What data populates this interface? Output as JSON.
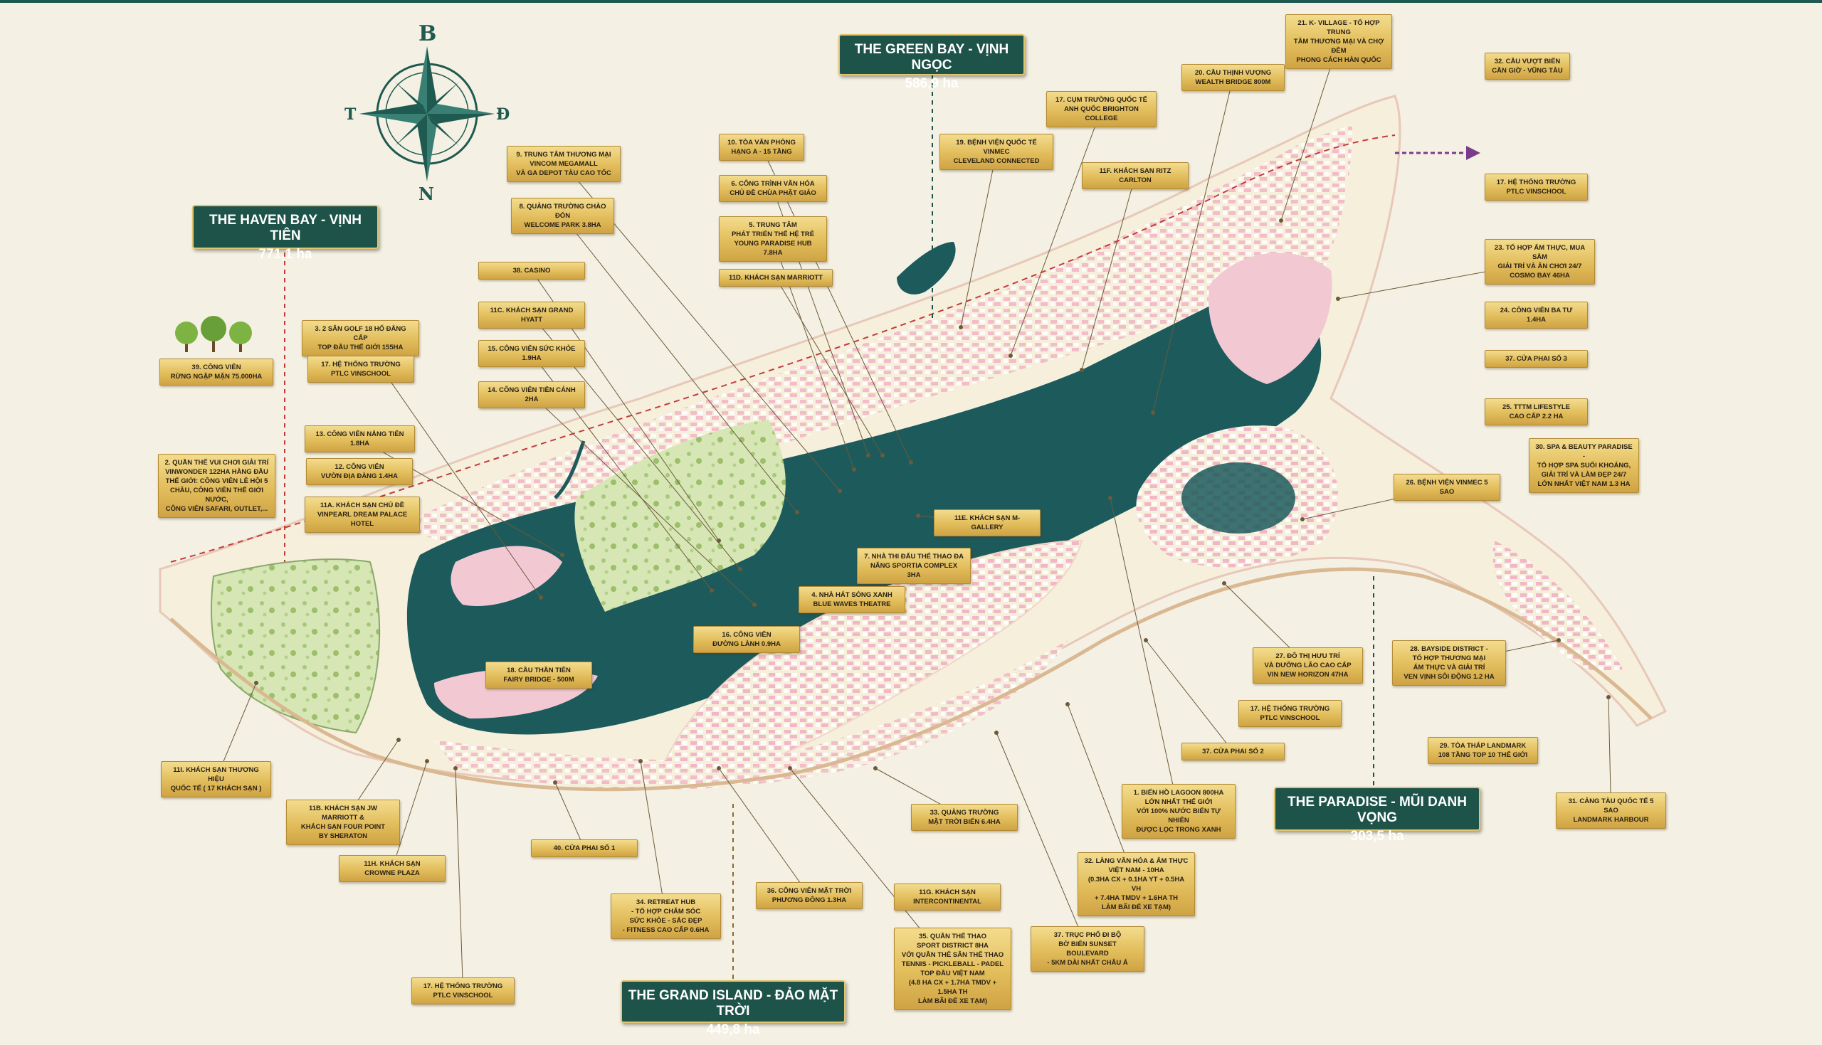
{
  "colors": {
    "water": "#1c5a5c",
    "land_cream": "#f5efdc",
    "pink": "#f2b7c4",
    "green": "#c9dfa4",
    "accent_green": "#1d5349",
    "gold": "#e2bd5b",
    "route": "#c43b3b"
  },
  "compass": {
    "north": "B",
    "south": "N",
    "west": "T",
    "east": "Đ"
  },
  "zones": [
    {
      "name": "THE HAVEN BAY - VỊNH TIÊN",
      "area": "771,1 ha"
    },
    {
      "name": "THE GREEN BAY - VỊNH NGỌC",
      "area": "586,9 ha"
    },
    {
      "name": "THE PARADISE - MŨI DANH VỌNG",
      "area": "303,5 ha"
    },
    {
      "name": "THE GRAND ISLAND - ĐẢO MẶT TRỜI",
      "area": "449,8 ha"
    }
  ],
  "labels": [
    "9. TRUNG TÂM THƯƠNG MẠI\nVINCOM MEGAMALL\nVÀ GA DEPOT TÀU CAO TỐC",
    "8. QUẢNG TRƯỜNG CHÀO ĐÓN\nWELCOME PARK 3.8HA",
    "10. TÒA VĂN PHÒNG\nHẠNG A - 15 TẦNG",
    "6. CÔNG TRÌNH VĂN HÓA\nCHỦ ĐỀ CHÙA PHẬT GIÁO",
    "5. TRUNG TÂM\nPHÁT TRIỂN THẾ HỆ TRẺ\nYOUNG PARADISE HUB 7.8HA",
    "11D. KHÁCH SẠN MARRIOTT",
    "38. CASINO",
    "11C. KHÁCH SẠN GRAND HYATT",
    "15. CÔNG VIÊN SỨC KHỎE 1.9HA",
    "14. CÔNG VIÊN TIỀN CẢNH 2HA",
    "3. 2 SÂN GOLF 18 HỐ ĐẲNG CẤP\nTOP ĐẦU THẾ GIỚI 155HA",
    "17. HỆ THỐNG TRƯỜNG\nPTLC VINSCHOOL",
    "39. CÔNG VIÊN\nRỪNG NGẬP MẶN 75.000HA",
    "13. CÔNG VIÊN NẮNG TIÊN 1.8HA",
    "12. CÔNG VIÊN\nVƯỜN ĐỊA ĐÀNG 1.4HA",
    "2. QUẦN THỂ VUI CHƠI GIẢI TRÍ\nVINWONDER 122HA HÀNG ĐẦU\nTHẾ GIỚI: CÔNG VIÊN LỄ HỘI 5\nCHÂU, CÔNG VIÊN THẾ GIỚI NƯỚC,\nCÔNG VIÊN SAFARI, OUTLET,...",
    "11A. KHÁCH SẠN CHỦ ĐỀ\nVINPEARL DREAM PALACE HOTEL",
    "19. BỆNH VIỆN QUỐC TẾ VINMEC\nCLEVELAND CONNECTED",
    "17. CỤM TRƯỜNG QUỐC TẾ\nANH QUỐC BRIGHTON COLLEGE",
    "20. CẦU THỊNH VƯỢNG\nWEALTH BRIDGE 800M",
    "11F. KHÁCH SẠN RITZ CARLTON",
    "21. K- VILLAGE - TỔ HỢP TRUNG\nTÂM THƯƠNG MẠI VÀ CHỢ ĐÊM\nPHONG CÁCH HÀN QUỐC",
    "32. CẦU VƯỢT BIỂN\nCẦN GIỜ - VŨNG TÀU",
    "17. HỆ THỐNG TRƯỜNG\nPTLC VINSCHOOL",
    "23. TỔ HỢP ẨM THỰC, MUA SẮM\nGIẢI TRÍ VÀ ĂN CHƠI 24/7\nCOSMO BAY 46HA",
    "24. CÔNG VIÊN BA TƯ 1.4HA",
    "37. CỬA PHAI SỐ 3",
    "25. TTTM LIFESTYLE\nCAO CẤP 2.2 HA",
    "30. SPA & BEAUTY PARADISE -\nTỔ HỢP SPA SUỐI KHOÁNG,\nGIẢI TRÍ VÀ LÀM ĐẸP 24/7\nLỚN NHẤT VIỆT NAM 1.3 HA",
    "26. BỆNH VIỆN VINMEC 5 SAO",
    "11E. KHÁCH SẠN M-GALLERY",
    "7. NHÀ THI ĐẤU THỂ THAO ĐA\nNĂNG SPORTIA COMPLEX 3HA",
    "4. NHÀ HÁT SÓNG XANH\nBLUE WAVES THEATRE",
    "16. CÔNG VIÊN\nĐƯỜNG LÀNH 0.9HA",
    "18. CẦU THẦN TIÊN\nFAIRY BRIDGE - 500M",
    "27. ĐÔ THỊ HƯU TRÍ\nVÀ DƯỠNG LÃO CAO CẤP\nVIN NEW HORIZON 47HA",
    "17. HỆ THỐNG TRƯỜNG\nPTLC VINSCHOOL",
    "37. CỬA PHAI SỐ 2",
    "28. BAYSIDE DISTRICT -\nTỔ HỢP THƯƠNG MẠI\nẨM THỰC VÀ GIẢI TRÍ\nVEN VỊNH SÔI ĐỘNG 1.2 HA",
    "29. TÒA THÁP LANDMARK\n108 TẦNG TOP 10 THẾ GIỚI",
    "31. CẢNG TÀU QUỐC TẾ 5 SAO\nLANDMARK HARBOUR",
    "1. BIỂN HỒ LAGOON 800HA\nLỚN NHẤT THẾ GIỚI\nVỚI 100% NƯỚC BIỂN TỰ NHIÊN\nĐƯỢC LỌC TRONG XANH",
    "11I. KHÁCH SẠN THƯƠNG HIỆU\nQUỐC TẾ ( 17 KHÁCH SẠN )",
    "11B. KHÁCH SẠN JW MARRIOTT &\nKHÁCH SẠN FOUR POINT\nBY SHERATON",
    "11H. KHÁCH SẠN\nCROWNE PLAZA",
    "40. CỬA PHAI SỐ 1",
    "33. QUẢNG TRƯỜNG\nMẶT TRỜI BIỂN 6.4HA",
    "32. LÀNG VĂN HÓA & ẨM THỰC\nVIỆT NAM - 10HA\n(0.3HA CX + 0.1HA YT + 0.5HA VH\n+ 7.4HA TMDV + 1.6HA TH\nLÀM BÃI ĐỂ XE TẠM)",
    "34. RETREAT HUB\n- TỔ HỢP CHĂM SÓC\nSỨC KHỎE - SẮC ĐẸP\n- FITNESS CAO CẤP 0.6HA",
    "36. CÔNG VIÊN MẶT TRỜI\nPHƯƠNG ĐÔNG 1.3HA",
    "11G. KHÁCH SẠN\nINTERCONTINENTAL",
    "35. QUẦN THỂ THAO\nSPORT DISTRICT 8HA\nVỚI QUẦN THỂ SÂN THỂ THAO\nTENNIS - PICKLEBALL - PADEL\nTOP ĐẦU VIỆT NAM\n(4.8 HA CX + 1.7HA TMDV + 1.5HA TH\nLÀM BÃI ĐỂ XE TẠM)",
    "37. TRỤC PHỐ ĐI BỘ\nBỜ BIỂN SUNSET BOULEVARD\n- 5KM DÀI NHẤT CHÂU Á",
    "17. HỆ THỐNG TRƯỜNG\nPTLC VINSCHOOL"
  ]
}
